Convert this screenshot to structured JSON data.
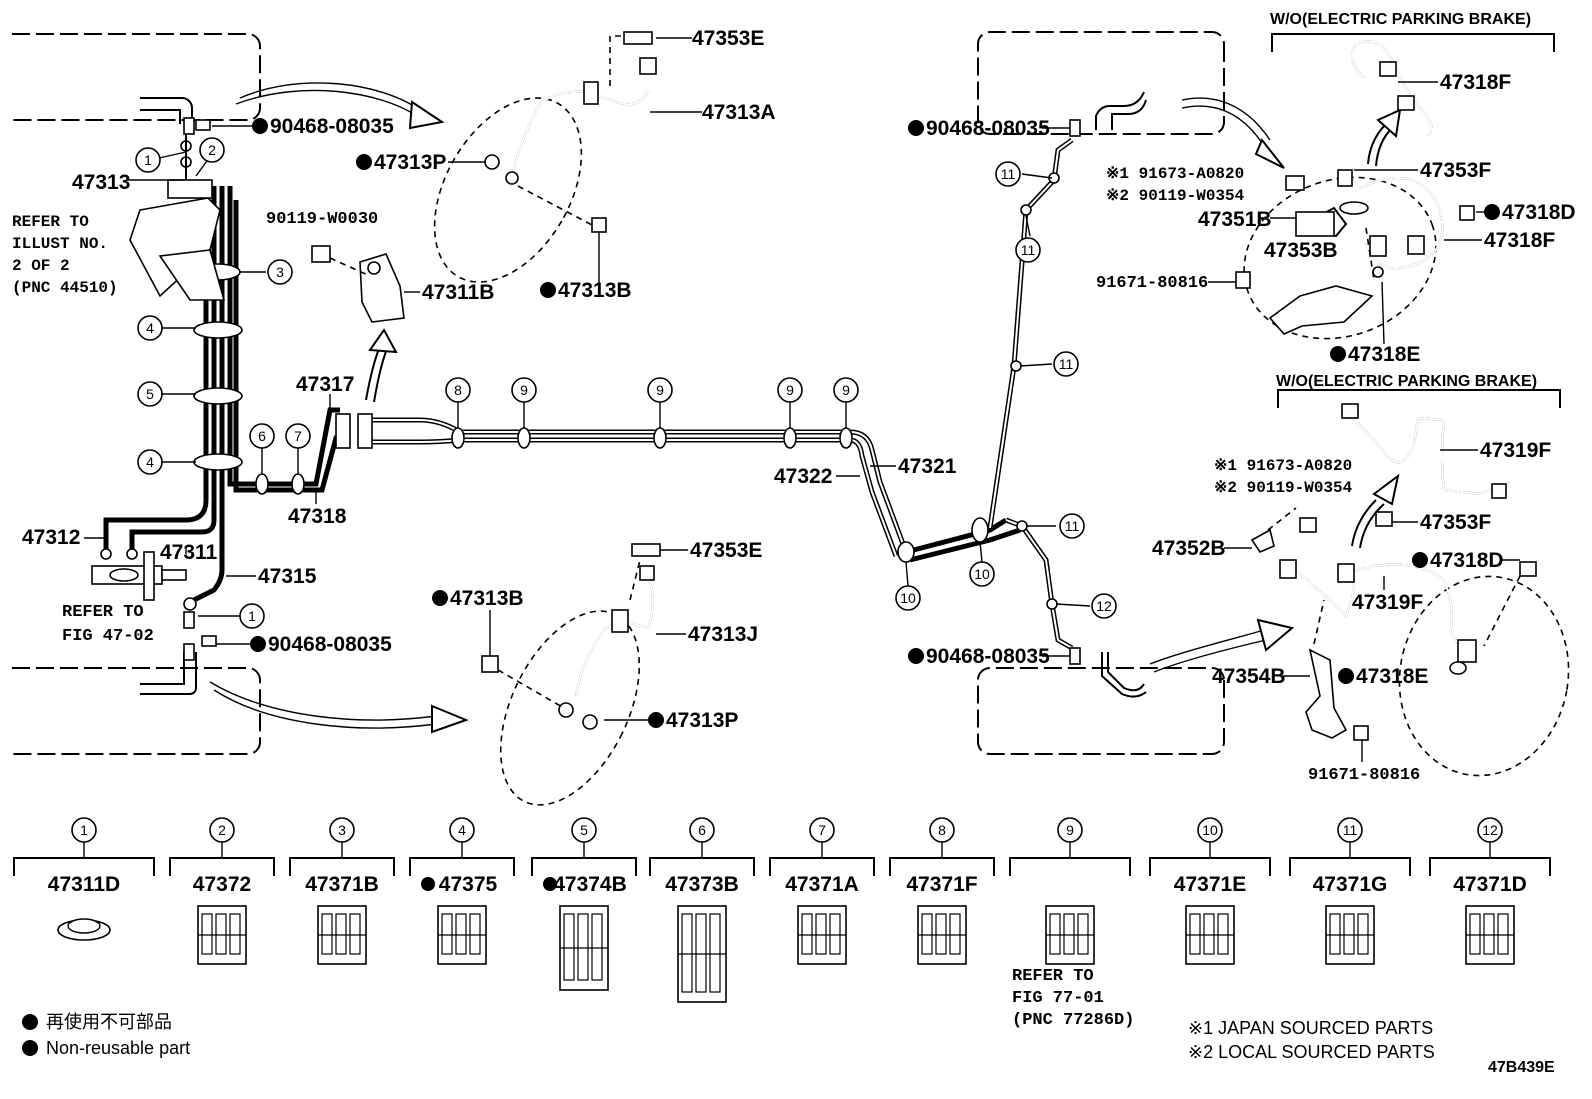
{
  "diagram_id": "47B439E",
  "refer_notes": {
    "illust": [
      "REFER TO",
      "ILLUST NO.",
      "2 OF 2",
      "(PNC 44510)"
    ],
    "fig4702": [
      "REFER TO",
      "FIG 47-02"
    ],
    "fig7701": [
      "REFER TO",
      "FIG 77-01",
      "(PNC 77286D)"
    ]
  },
  "labels": {
    "l47353E_top": "47353E",
    "l47313A": "47313A",
    "l90468_left_top": "90468-08035",
    "l47313P_top": "47313P",
    "l47313": "47313",
    "l90119_W0030": "90119-W0030",
    "l47311B": "47311B",
    "l47313B_top": "47313B",
    "l47317": "47317",
    "l47318": "47318",
    "l47312": "47312",
    "l47311": "47311",
    "l47315": "47315",
    "l90468_left_bot": "90468-08035",
    "l47353E_bot": "47353E",
    "l47313B_bot": "47313B",
    "l47313J": "47313J",
    "l47313P_bot": "47313P",
    "l47322": "47322",
    "l47321": "47321",
    "l90468_right_top": "90468-08035",
    "l90468_right_bot": "90468-08035",
    "l47318F_a": "47318F",
    "l47353F_a": "47353F",
    "l47318D_a": "47318D",
    "l47318F_b": "47318F",
    "l47351B": "47351B",
    "l47353B": "47353B",
    "l91671_a": "91671-80816",
    "l47318E_a": "47318E",
    "l47319F_a": "47319F",
    "l47353F_b": "47353F",
    "l47352B": "47352B",
    "l47318D_b": "47318D",
    "l47319F_b": "47319F",
    "l47354B": "47354B",
    "l47318E_b": "47318E",
    "l91671_b": "91671-80816",
    "j1_a": "※1 91673-A0820",
    "j2_a": "※2 90119-W0354",
    "j1_b": "※1 91673-A0820",
    "j2_b": "※2 90119-W0354",
    "wo_epb_a": "W/O(ELECTRIC PARKING BRAKE)",
    "wo_epb_b": "W/O(ELECTRIC PARKING BRAKE)"
  },
  "callouts": [
    "1",
    "2",
    "3",
    "4",
    "5",
    "4",
    "6",
    "7",
    "8",
    "9",
    "9",
    "9",
    "9",
    "1",
    "10",
    "10",
    "11",
    "11",
    "11",
    "11",
    "12"
  ],
  "clamps": [
    {
      "num": "1",
      "part": "47311D",
      "dot": false
    },
    {
      "num": "2",
      "part": "47372",
      "dot": false
    },
    {
      "num": "3",
      "part": "47371B",
      "dot": false
    },
    {
      "num": "4",
      "part": "47375",
      "dot": true
    },
    {
      "num": "5",
      "part": "47374B",
      "dot": true
    },
    {
      "num": "6",
      "part": "47373B",
      "dot": false
    },
    {
      "num": "7",
      "part": "47371A",
      "dot": false
    },
    {
      "num": "8",
      "part": "47371F",
      "dot": false
    },
    {
      "num": "9",
      "part": "",
      "dot": false
    },
    {
      "num": "10",
      "part": "47371E",
      "dot": false
    },
    {
      "num": "11",
      "part": "47371G",
      "dot": false
    },
    {
      "num": "12",
      "part": "47371D",
      "dot": false
    }
  ],
  "legend": {
    "jp": "再使用不可部品",
    "en": "Non-reusable part",
    "src1": "※1 JAPAN SOURCED PARTS",
    "src2": "※2 LOCAL SOURCED PARTS"
  }
}
